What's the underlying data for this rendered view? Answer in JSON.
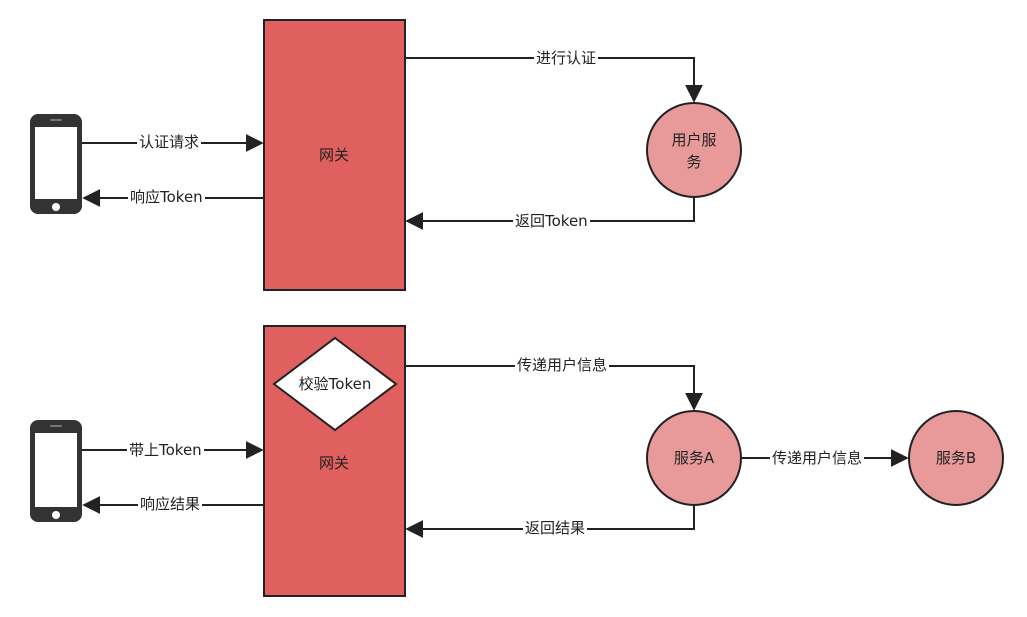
{
  "top_flow": {
    "gateway_label": "网关",
    "user_service_label_line1": "用户服",
    "user_service_label_line2": "务",
    "edge_auth_request": "认证请求",
    "edge_respond_token": "响应Token",
    "edge_do_auth": "进行认证",
    "edge_return_token": "返回Token"
  },
  "bottom_flow": {
    "gateway_label": "网关",
    "validate_token_label": "校验Token",
    "service_a_label": "服务A",
    "service_b_label": "服务B",
    "edge_with_token": "带上Token",
    "edge_respond_result": "响应结果",
    "edge_pass_user_info": "传递用户信息",
    "edge_pass_user_info_b": "传递用户信息",
    "edge_return_result": "返回结果"
  },
  "colors": {
    "gateway_fill": "#e06060",
    "service_fill": "#e89a9a",
    "stroke": "#222222"
  }
}
